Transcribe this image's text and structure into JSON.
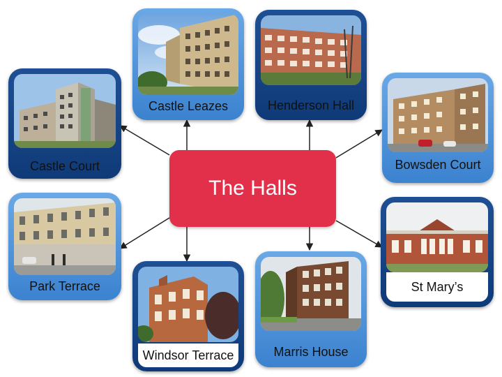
{
  "center": {
    "label": "The Halls"
  },
  "halls": [
    {
      "name": "Castle Leazes"
    },
    {
      "name": "Henderson Hall"
    },
    {
      "name": "Castle Court"
    },
    {
      "name": "Bowsden Court"
    },
    {
      "name": "Park Terrace"
    },
    {
      "name": "St Mary’s"
    },
    {
      "name": "Windsor Terrace"
    },
    {
      "name": "Marris House"
    }
  ],
  "colors": {
    "center_box": "#e2304a",
    "card_light": "#4a90dd",
    "card_dark": "#14407f",
    "arrow": "#222222"
  }
}
